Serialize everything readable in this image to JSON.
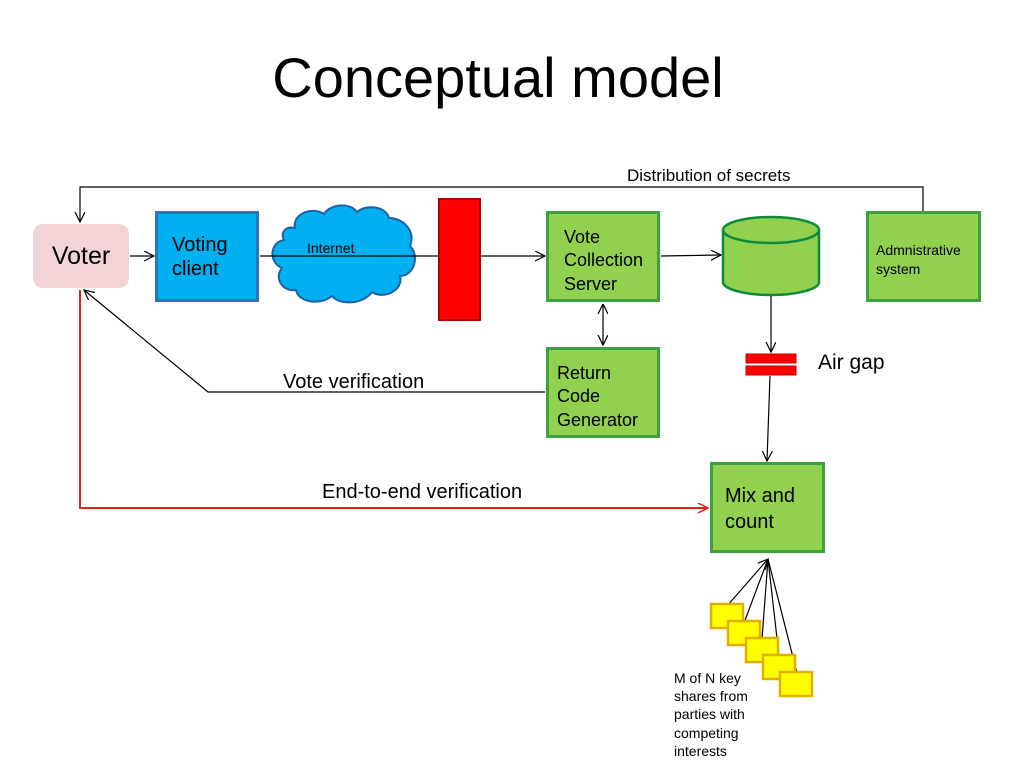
{
  "slide": {
    "title": "Conceptual model"
  },
  "nodes": {
    "voter": "Voter",
    "voting_client": "Voting client",
    "internet": "Internet",
    "vote_collection_server": "Vote Collection Server",
    "return_code_generator": "Return Code Generator",
    "administrative_system": "Admnistrative system",
    "mix_and_count": "Mix and count"
  },
  "edges": {
    "distribution_of_secrets": "Distribution of secrets",
    "vote_verification": "Vote verification",
    "end_to_end_verification": "End-to-end verification",
    "air_gap": "Air gap"
  },
  "key_shares": {
    "caption": "M of N key shares from parties with competing interests",
    "count": 5
  },
  "colors": {
    "voter_fill": "#f2d4d6",
    "client_fill": "#00b0f0",
    "server_fill": "#92d050",
    "firewall": "#ff0000",
    "e2e_arrow": "#e0201b",
    "key_fill": "#ffff00"
  }
}
